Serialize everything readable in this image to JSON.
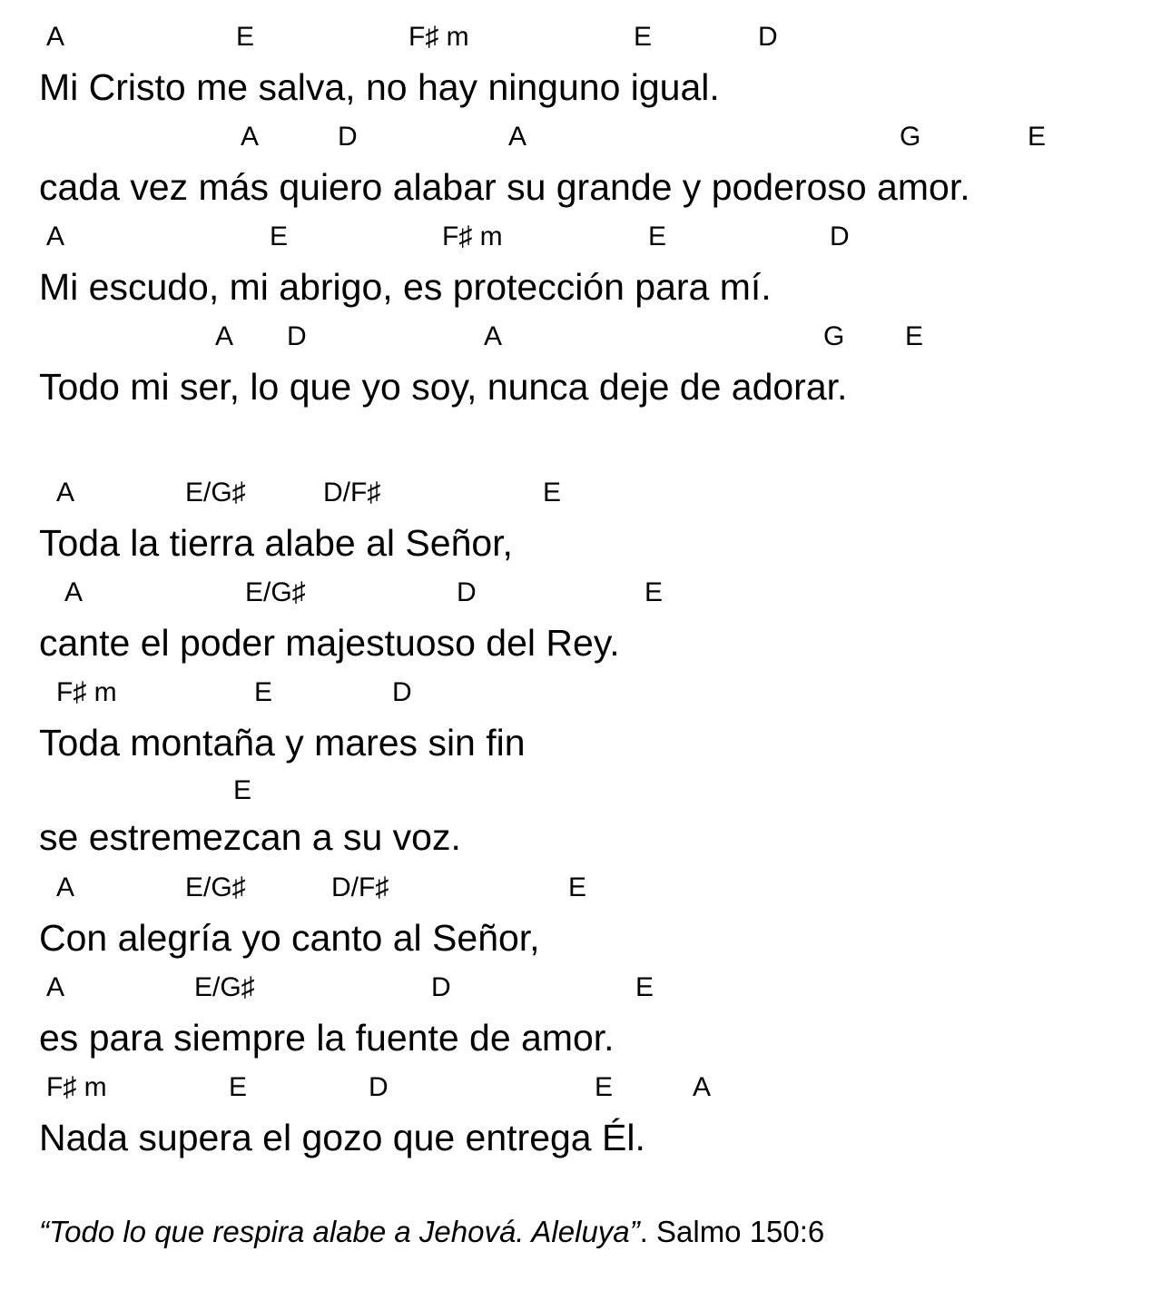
{
  "verse": [
    {
      "chords": [
        "A",
        "E",
        "F♯ m",
        "E",
        "D"
      ],
      "lyric": "Mi Cristo me salva, no hay ninguno igual."
    },
    {
      "chords": [
        "A",
        "D",
        "A",
        "G",
        "E"
      ],
      "lyric": "cada vez más quiero alabar su grande y poderoso amor."
    },
    {
      "chords": [
        "A",
        "E",
        "F♯ m",
        "E",
        "D"
      ],
      "lyric": "Mi escudo, mi abrigo, es protección para mí."
    },
    {
      "chords": [
        "A",
        "D",
        "A",
        "G",
        "E"
      ],
      "lyric": "Todo mi ser, lo que yo soy, nunca deje de adorar."
    }
  ],
  "chorus": [
    {
      "chords": [
        "A",
        "E/G♯",
        "D/F♯",
        "E"
      ],
      "lyric": "Toda la tierra alabe al Señor,"
    },
    {
      "chords": [
        "A",
        "E/G♯",
        "D",
        "E"
      ],
      "lyric": "cante el poder majestuoso del Rey."
    },
    {
      "chords": [
        "F♯ m",
        "E",
        "D"
      ],
      "lyric": "Toda montaña y mares sin fin"
    },
    {
      "chords": [
        "E"
      ],
      "lyric": "se estremezcan a su voz."
    },
    {
      "chords": [
        "A",
        "E/G♯",
        "D/F♯",
        "E"
      ],
      "lyric": "Con alegría yo canto al Señor,"
    },
    {
      "chords": [
        "A",
        "E/G♯",
        "D",
        "E"
      ],
      "lyric": "es para siempre la fuente de amor."
    },
    {
      "chords": [
        "F♯ m",
        "E",
        "D",
        "E",
        "A"
      ],
      "lyric": "Nada supera el gozo que entrega Él."
    }
  ],
  "footer": {
    "quote": "“Todo lo que respira alabe a Jehová. Aleluya”",
    "reference": ". Salmo 150:6"
  }
}
